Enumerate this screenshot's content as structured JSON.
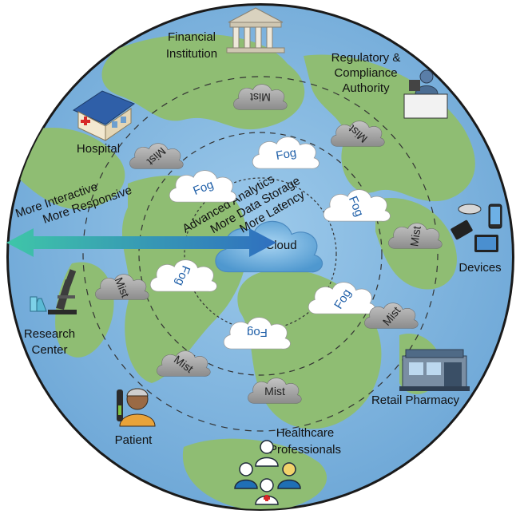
{
  "diagram": {
    "center_label": "Cloud",
    "fog_label": "Fog",
    "mist_label": "Mist",
    "arrow_outward_lines": [
      "More Interactive",
      "More Responsive"
    ],
    "arrow_inward_lines": [
      "Advanced Analytics",
      "More Data Storage",
      "More Latency"
    ],
    "entities": {
      "financial": [
        "Financial",
        "Institution"
      ],
      "regulatory": [
        "Regulatory &",
        "Compliance",
        "Authority"
      ],
      "hospital": [
        "Hospital"
      ],
      "devices": [
        "Devices"
      ],
      "research": [
        "Research",
        "Center"
      ],
      "pharmacy": [
        "Retail Pharmacy"
      ],
      "patient": [
        "Patient"
      ],
      "healthcare": [
        "Healthcare",
        "Professionals"
      ]
    }
  },
  "colors": {
    "ocean": "#7bb3de",
    "land": "#8fbd73",
    "arrow_start": "#3fc6a8",
    "arrow_end": "#2f6fc0",
    "fog_text": "#1f5fa8",
    "mist_cloud": "#a6a6a6",
    "cloud_core": "#6aaedc"
  },
  "icons": [
    "bank-icon",
    "hospital-icon",
    "office-worker-icon",
    "devices-icon",
    "microscope-icon",
    "pharmacy-store-icon",
    "patient-icon",
    "medical-team-icon"
  ]
}
